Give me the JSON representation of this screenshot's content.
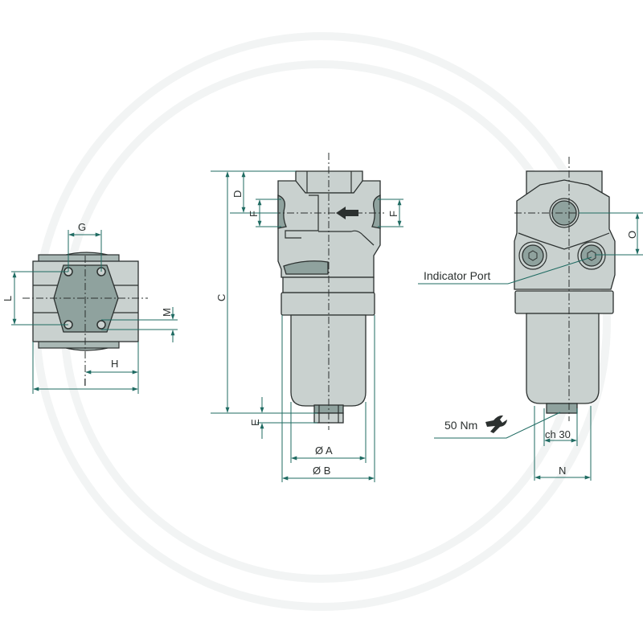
{
  "diagram": {
    "type": "technical-dimension-drawing",
    "subject": "inline hydraulic filter",
    "colors": {
      "body": "#c9d1cf",
      "dark_part": "#8fa29e",
      "outline": "#2b302f",
      "dimension_line": "#1f6b62",
      "background": "#ffffff"
    },
    "views": {
      "top_view": {
        "dimensions": {
          "G": "G",
          "L": "L",
          "M": "M",
          "H": "H",
          "I": "I"
        }
      },
      "front_view": {
        "dimensions": {
          "C": "C",
          "D": "D",
          "F_left": "F",
          "F_right": "F",
          "E": "E",
          "A": "Ø A",
          "B": "Ø B"
        },
        "flow_arrow": "flow-direction right-to-left"
      },
      "side_view": {
        "dimensions": {
          "O": "O",
          "N": "N",
          "ch": "ch 30"
        },
        "callouts": {
          "indicator_port": "Indicator Port",
          "torque": "50 Nm"
        }
      }
    }
  }
}
